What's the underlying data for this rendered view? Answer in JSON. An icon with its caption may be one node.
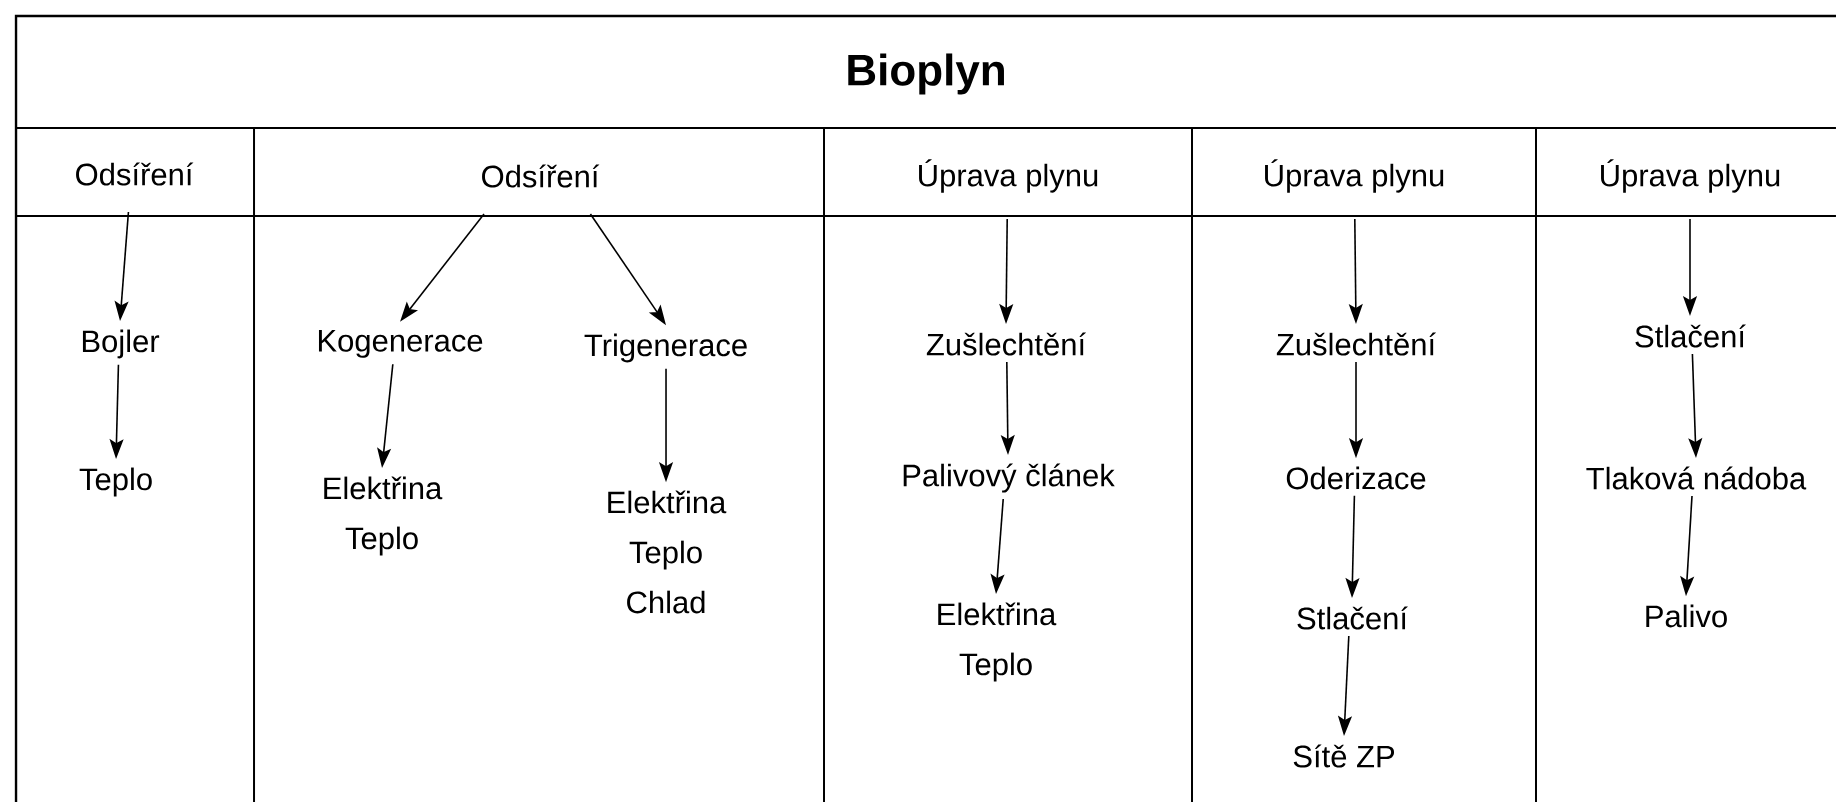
{
  "diagram": {
    "title": "Bioplyn",
    "nodes": [
      {
        "text": [
          "Odsíření"
        ]
      },
      {
        "text": [
          "Bojler"
        ]
      },
      {
        "text": [
          "Teplo"
        ]
      },
      {
        "text": [
          "Odsíření"
        ]
      },
      {
        "text": [
          "Kogenerace"
        ]
      },
      {
        "text": [
          "Elektřina Teplo"
        ]
      },
      {
        "text": [
          "Trigenerace"
        ]
      },
      {
        "text": [
          "Elektřina Teplo Chlad"
        ]
      },
      {
        "text": [
          "Úprava plynu"
        ]
      },
      {
        "text": [
          "Zušlechtění"
        ]
      },
      {
        "text": [
          "Palivový článek"
        ]
      },
      {
        "text": [
          "Elektřina Teplo"
        ]
      },
      {
        "text": [
          "Úprava plynu"
        ]
      },
      {
        "text": [
          "Zušlechtění"
        ]
      },
      {
        "text": [
          "Oderizace"
        ]
      },
      {
        "text": [
          "Stlačení"
        ]
      },
      {
        "text": [
          "Sítě ZP"
        ]
      },
      {
        "text": [
          "Úprava plynu"
        ]
      },
      {
        "text": [
          "Stlačení"
        ]
      },
      {
        "text": [
          "Tlaková nádoba"
        ]
      },
      {
        "text": [
          "Palivo"
        ]
      }
    ],
    "edges": [
      {
        "from": 0,
        "to": 1,
        "arrow": "to"
      },
      {
        "from": 1,
        "to": 2,
        "arrow": "to"
      },
      {
        "from": 3,
        "to": 4,
        "arrow": "to"
      },
      {
        "from": 3,
        "to": 6,
        "arrow": "to"
      },
      {
        "from": 4,
        "to": 5,
        "arrow": "to"
      },
      {
        "from": 6,
        "to": 7,
        "arrow": "to"
      },
      {
        "from": 8,
        "to": 9,
        "arrow": "to"
      },
      {
        "from": 9,
        "to": 10,
        "arrow": "to"
      },
      {
        "from": 10,
        "to": 11,
        "arrow": "to"
      },
      {
        "from": 12,
        "to": 13,
        "arrow": "to"
      },
      {
        "from": 13,
        "to": 14,
        "arrow": "to"
      },
      {
        "from": 14,
        "to": 15,
        "arrow": "to"
      },
      {
        "from": 15,
        "to": 16,
        "arrow": "to"
      },
      {
        "from": 17,
        "to": 18,
        "arrow": "to"
      },
      {
        "from": 18,
        "to": 19,
        "arrow": "to"
      },
      {
        "from": 19,
        "to": 20,
        "arrow": "to"
      }
    ]
  }
}
